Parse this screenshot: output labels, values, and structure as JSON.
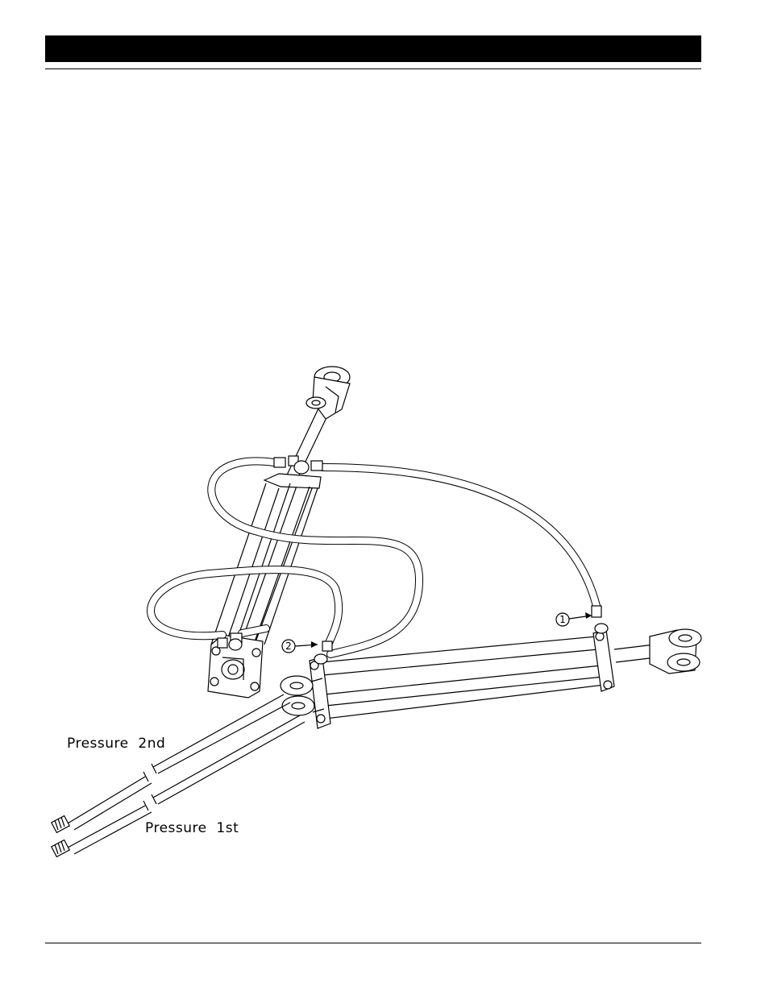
{
  "labels": {
    "pressure_2nd": "Pressure  2nd",
    "pressure_1st": "Pressure  1st"
  },
  "callouts": {
    "one": "1",
    "two": "2"
  },
  "colors": {
    "ink": "#000000",
    "paper": "#ffffff"
  }
}
